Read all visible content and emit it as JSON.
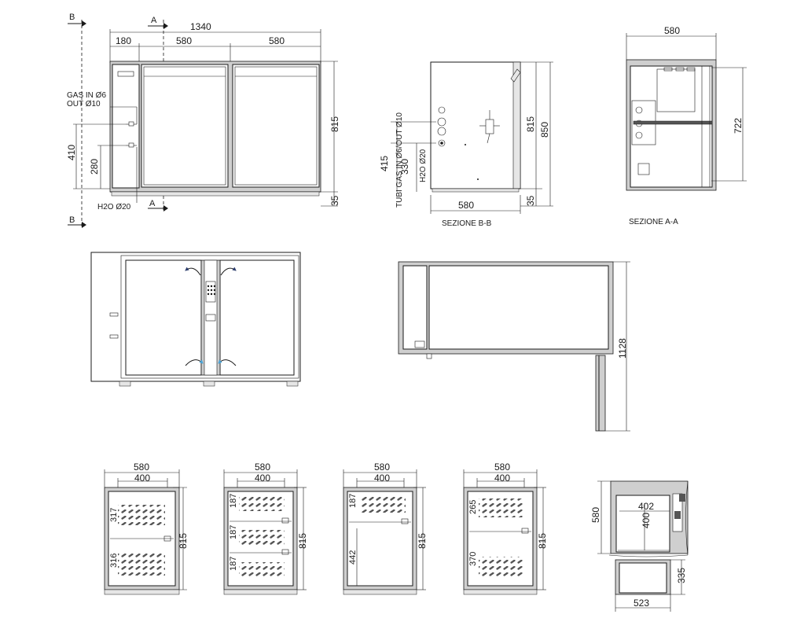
{
  "front_view": {
    "overall_width": "1340",
    "left_width": "180",
    "door1_width": "580",
    "door2_width": "580",
    "height": "815",
    "plinth": "35",
    "gas_in_label": "GAS IN Ø6",
    "gas_out_label": "OUT Ø10",
    "gas_height": "410",
    "water_height": "280",
    "water_label": "H2O Ø20",
    "section_a": "A",
    "section_b": "B"
  },
  "section_bb": {
    "title": "SEZIONE B-B",
    "width": "580",
    "dim_815": "815",
    "dim_850": "850",
    "dim_35": "35",
    "dim_415": "415",
    "dim_330": "330",
    "tubi_label": "TUBI GAS IN Ø6/OUT Ø10",
    "water_label": "H2O Ø20"
  },
  "section_aa": {
    "title": "SEZIONE A-A",
    "width": "580",
    "height": "722"
  },
  "plan_view": {
    "depth": "1128"
  },
  "drawer_configs": [
    {
      "width": "580",
      "inner": "400",
      "heights": [
        "317",
        "316"
      ],
      "total": "815"
    },
    {
      "width": "580",
      "inner": "400",
      "heights": [
        "187",
        "187",
        "187"
      ],
      "total": "815"
    },
    {
      "width": "580",
      "inner": "400",
      "heights": [
        "187",
        "442"
      ],
      "total": "815"
    },
    {
      "width": "580",
      "inner": "400",
      "heights": [
        "265",
        "370"
      ],
      "total": "815"
    }
  ],
  "drawer_detail": {
    "width": "402",
    "height": "400",
    "depth": "580",
    "depth_lower": "335",
    "bottom_width": "523"
  },
  "colors": {
    "line": "#1a1a1a",
    "frame_fill": "#cfcfcf",
    "arrow": "#2f3f6f",
    "arrow_light": "#4aa3d6"
  }
}
